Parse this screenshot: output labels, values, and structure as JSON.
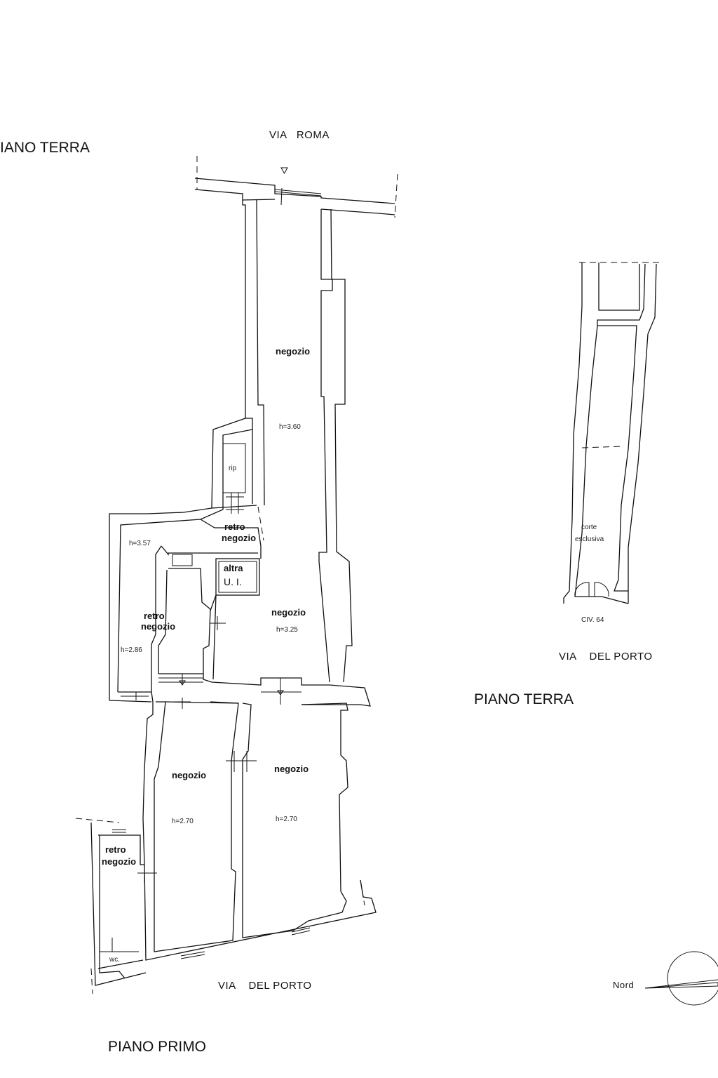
{
  "titles": {
    "main_floor": "IANO TERRA",
    "secondary_floor": "PIANO TERRA",
    "upper_floor": "PIANO PRIMO"
  },
  "streets": {
    "via_roma": "VIA   ROMA",
    "via_del_porto_main": "VIA    DEL PORTO",
    "via_del_porto_secondary": "VIA    DEL PORTO"
  },
  "rooms": {
    "negozio_front": "negozio",
    "negozio_front_h": "h=3.60",
    "rip": "rip",
    "retro_negozio_top_1": "retro",
    "retro_negozio_top_2": "negozio",
    "left_wing_h": "h=3.57",
    "altra_1": "altra",
    "altra_2": "U. I.",
    "negozio_middle": "negozio",
    "negozio_middle_h": "h=3.25",
    "retro_negozio_left_1": "retro",
    "retro_negozio_left_2": "negozio",
    "retro_negozio_left_h": "h=2.86",
    "negozio_lower_left": "negozio",
    "negozio_lower_left_h": "h=2.70",
    "negozio_lower_right": "negozio",
    "negozio_lower_right_h": "h=2.70",
    "retro_negozio_bottom_1": "retro",
    "retro_negozio_bottom_2": "negozio",
    "wc": "wc."
  },
  "courtyard": {
    "label_1": "corte",
    "label_2": "esclusiva",
    "civic": "CIV. 64"
  },
  "compass": {
    "label": "Nord"
  }
}
